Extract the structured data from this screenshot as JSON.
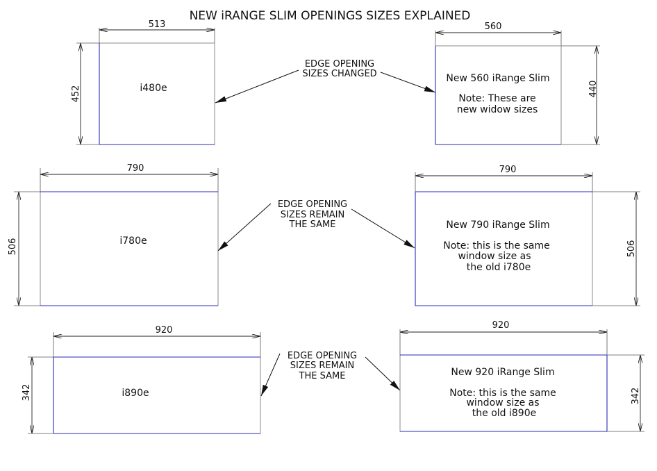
{
  "title": "NEW iRANGE SLIM OPENINGS SIZES EXPLAINED",
  "rows": [
    {
      "left": {
        "name": "i480e",
        "width": "513",
        "height": "452"
      },
      "callout": [
        "EDGE OPENING",
        "SIZES CHANGED"
      ],
      "right": {
        "lines": [
          "New 560 iRange Slim",
          "",
          "Note: These are",
          "new widow sizes"
        ],
        "width": "560",
        "height": "440"
      }
    },
    {
      "left": {
        "name": "i780e",
        "width": "790",
        "height": "506"
      },
      "callout": [
        "EDGE OPENING",
        "SIZES REMAIN",
        "THE SAME"
      ],
      "right": {
        "lines": [
          "New 790 iRange Slim",
          "",
          "Note: this is the same",
          "window size as",
          "the old i780e"
        ],
        "width": "790",
        "height": "506"
      }
    },
    {
      "left": {
        "name": "i890e",
        "width": "920",
        "height": "342"
      },
      "callout": [
        "EDGE OPENING",
        "SIZES REMAIN",
        "THE SAME"
      ],
      "right": {
        "lines": [
          "New 920 iRange Slim",
          "",
          "Note: this is the same",
          "window size as",
          "the old i890e"
        ],
        "width": "920",
        "height": "342"
      }
    }
  ]
}
